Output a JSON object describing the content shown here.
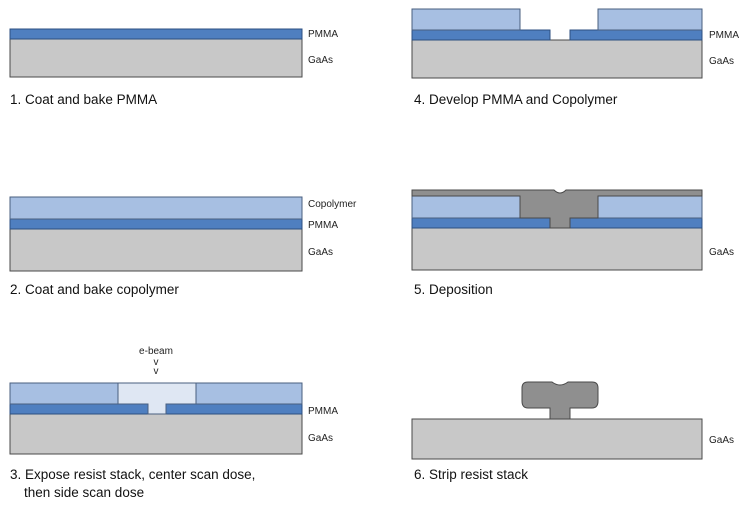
{
  "labels": {
    "pmma": "PMMA",
    "gaas": "GaAs",
    "copolymer": "Copolymer",
    "ebeam": "e-beam",
    "arrow": "v"
  },
  "steps": [
    {
      "caption": "1. Coat and bake PMMA"
    },
    {
      "caption": "2. Coat and bake copolymer"
    },
    {
      "caption_line1": "3. Expose resist stack, center scan dose,",
      "caption_line2": "then side scan dose"
    },
    {
      "caption": "4. Develop PMMA and Copolymer"
    },
    {
      "caption": "5. Deposition"
    },
    {
      "caption": "6. Strip resist stack"
    }
  ],
  "colors": {
    "gaas": "#c8c8c8",
    "pmma": "#4f7fc0",
    "copolymer": "#a7bfe2",
    "exposed": "#dfe7f3",
    "metal": "#8f8f8f"
  }
}
